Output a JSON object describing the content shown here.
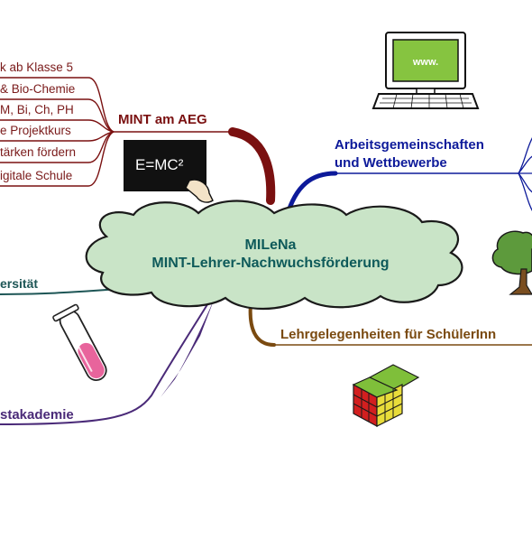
{
  "center": {
    "title_line1": "MILeNa",
    "title_line2": "MINT-Lehrer-Nachwuchsförderung",
    "fill": "#c9e4c7",
    "text_color": "#0e5a5a"
  },
  "branches": {
    "mint_aeg": {
      "label": "MINT am AEG",
      "color": "#7a1010",
      "leaves": [
        "k ab Klasse 5",
        "& Bio-Chemie",
        "M, Bi, Ch, PH",
        "e Projektkurs",
        "tärken fördern",
        "igitale Schule"
      ]
    },
    "ag": {
      "label_line1": "Arbeitsgemeinschaften",
      "label_line2": "und Wettbewerbe",
      "color": "#0d1a9a"
    },
    "universitaet": {
      "label": "ersität",
      "color": "#1e5656"
    },
    "lehrgelegenheiten": {
      "label": "Lehrgelegenheiten für SchülerInn",
      "color": "#7a4a10"
    },
    "akademie": {
      "label": "stakademie",
      "color": "#4a2a78"
    }
  },
  "images": {
    "monitor_text": "www.",
    "blackboard_text": "E=MC²"
  },
  "icons": [
    "computer-icon",
    "blackboard-icon",
    "tree-icon",
    "test-tube-icon",
    "rubiks-cube-icon"
  ]
}
